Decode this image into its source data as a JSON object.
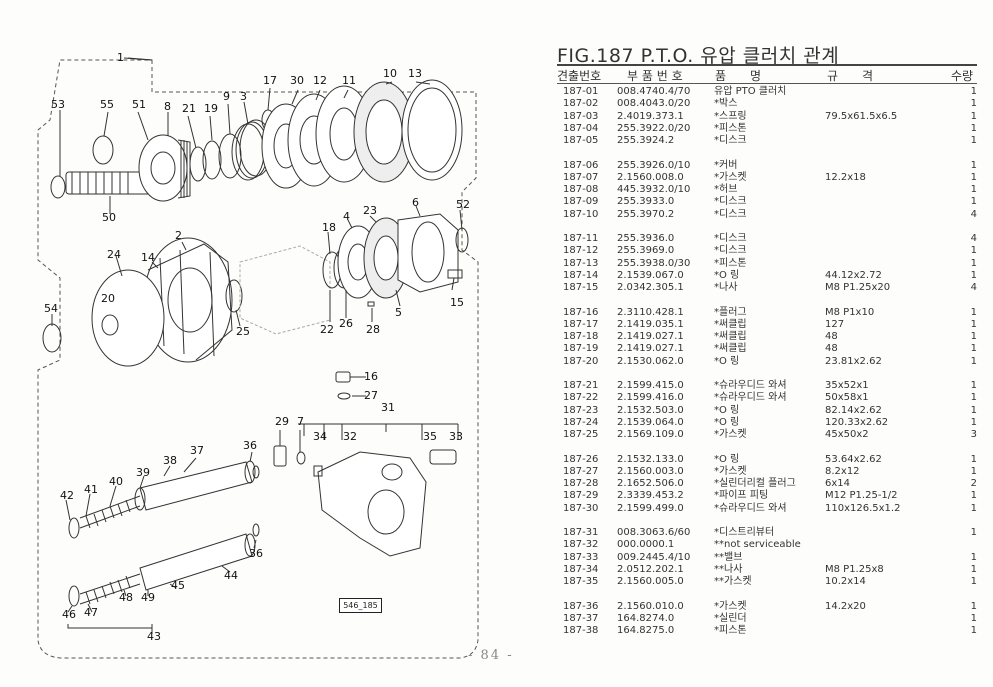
{
  "page": {
    "title": "FIG.187 P.T.O. 유압 클러치 관계",
    "page_number": "- 84 -",
    "drawing_code": "546_185"
  },
  "table": {
    "headers": {
      "ref": "견출번호",
      "part": "부 품 번 호",
      "name": "품　　명",
      "spec": "규　　격",
      "qty": "수량"
    },
    "rows": [
      {
        "ref": "187-01",
        "part": "008.4740.4/70",
        "name": "유압 PTO 클러치",
        "spec": "",
        "qty": "1"
      },
      {
        "ref": "187-02",
        "part": "008.4043.0/20",
        "name": "*박스",
        "spec": "",
        "qty": "1"
      },
      {
        "ref": "187-03",
        "part": "2.4019.373.1",
        "name": "*스프링",
        "spec": "79.5x61.5x6.5",
        "qty": "1"
      },
      {
        "ref": "187-04",
        "part": "255.3922.0/20",
        "name": "*피스톤",
        "spec": "",
        "qty": "1"
      },
      {
        "ref": "187-05",
        "part": "255.3924.2",
        "name": "*디스크",
        "spec": "",
        "qty": "1"
      },
      {
        "ref": "187-06",
        "part": "255.3926.0/10",
        "name": "*커버",
        "spec": "",
        "qty": "1"
      },
      {
        "ref": "187-07",
        "part": "2.1560.008.0",
        "name": "*가스켓",
        "spec": "12.2x18",
        "qty": "1"
      },
      {
        "ref": "187-08",
        "part": "445.3932.0/10",
        "name": "*허브",
        "spec": "",
        "qty": "1"
      },
      {
        "ref": "187-09",
        "part": "255.3933.0",
        "name": "*디스크",
        "spec": "",
        "qty": "1"
      },
      {
        "ref": "187-10",
        "part": "255.3970.2",
        "name": "*디스크",
        "spec": "",
        "qty": "4"
      },
      {
        "ref": "187-11",
        "part": "255.3936.0",
        "name": "*디스크",
        "spec": "",
        "qty": "4"
      },
      {
        "ref": "187-12",
        "part": "255.3969.0",
        "name": "*디스크",
        "spec": "",
        "qty": "1"
      },
      {
        "ref": "187-13",
        "part": "255.3938.0/30",
        "name": "*피스톤",
        "spec": "",
        "qty": "1"
      },
      {
        "ref": "187-14",
        "part": "2.1539.067.0",
        "name": "*O 링",
        "spec": "44.12x2.72",
        "qty": "1"
      },
      {
        "ref": "187-15",
        "part": "2.0342.305.1",
        "name": "*나사",
        "spec": "M8 P1.25x20",
        "qty": "4"
      },
      {
        "ref": "187-16",
        "part": "2.3110.428.1",
        "name": "*플러그",
        "spec": "M8 P1x10",
        "qty": "1"
      },
      {
        "ref": "187-17",
        "part": "2.1419.035.1",
        "name": "*써클립",
        "spec": "127",
        "qty": "1"
      },
      {
        "ref": "187-18",
        "part": "2.1419.027.1",
        "name": "*써클립",
        "spec": "48",
        "qty": "1"
      },
      {
        "ref": "187-19",
        "part": "2.1419.027.1",
        "name": "*써클립",
        "spec": "48",
        "qty": "1"
      },
      {
        "ref": "187-20",
        "part": "2.1530.062.0",
        "name": "*O 링",
        "spec": "23.81x2.62",
        "qty": "1"
      },
      {
        "ref": "187-21",
        "part": "2.1599.415.0",
        "name": "*슈라우디드 와셔",
        "spec": "35x52x1",
        "qty": "1"
      },
      {
        "ref": "187-22",
        "part": "2.1599.416.0",
        "name": "*슈라우디드 와셔",
        "spec": "50x58x1",
        "qty": "1"
      },
      {
        "ref": "187-23",
        "part": "2.1532.503.0",
        "name": "*O 링",
        "spec": "82.14x2.62",
        "qty": "1"
      },
      {
        "ref": "187-24",
        "part": "2.1539.064.0",
        "name": "*O 링",
        "spec": "120.33x2.62",
        "qty": "1"
      },
      {
        "ref": "187-25",
        "part": "2.1569.109.0",
        "name": "*가스켓",
        "spec": "45x50x2",
        "qty": "3"
      },
      {
        "ref": "187-26",
        "part": "2.1532.133.0",
        "name": "*O 링",
        "spec": "53.64x2.62",
        "qty": "1"
      },
      {
        "ref": "187-27",
        "part": "2.1560.003.0",
        "name": "*가스켓",
        "spec": "8.2x12",
        "qty": "1"
      },
      {
        "ref": "187-28",
        "part": "2.1652.506.0",
        "name": "*실린더리컬 플러그",
        "spec": "6x14",
        "qty": "2"
      },
      {
        "ref": "187-29",
        "part": "2.3339.453.2",
        "name": "*파이프 피팅",
        "spec": "M12 P1.25-1/2",
        "qty": "1"
      },
      {
        "ref": "187-30",
        "part": "2.1599.499.0",
        "name": "*슈라우디드 와셔",
        "spec": "110x126.5x1.2",
        "qty": "1"
      },
      {
        "ref": "187-31",
        "part": "008.3063.6/60",
        "name": "*디스트리뷰터",
        "spec": "",
        "qty": "1"
      },
      {
        "ref": "187-32",
        "part": "000.0000.1",
        "name": "**not serviceable",
        "spec": "",
        "qty": ""
      },
      {
        "ref": "187-33",
        "part": "009.2445.4/10",
        "name": "**밸브",
        "spec": "",
        "qty": "1"
      },
      {
        "ref": "187-34",
        "part": "2.0512.202.1",
        "name": "**나사",
        "spec": "M8 P1.25x8",
        "qty": "1"
      },
      {
        "ref": "187-35",
        "part": "2.1560.005.0",
        "name": "**가스켓",
        "spec": "10.2x14",
        "qty": "1"
      },
      {
        "ref": "187-36",
        "part": "2.1560.010.0",
        "name": "*가스켓",
        "spec": "14.2x20",
        "qty": "1"
      },
      {
        "ref": "187-37",
        "part": "164.8274.0",
        "name": "*실린더",
        "spec": "",
        "qty": "1"
      },
      {
        "ref": "187-38",
        "part": "164.8275.0",
        "name": "*피스톤",
        "spec": "",
        "qty": "1"
      }
    ]
  },
  "callouts": [
    "1",
    "53",
    "55",
    "51",
    "8",
    "21",
    "19",
    "9",
    "3",
    "17",
    "30",
    "12",
    "11",
    "10",
    "13",
    "50",
    "2",
    "24",
    "14",
    "18",
    "4",
    "23",
    "6",
    "52",
    "20",
    "54",
    "25",
    "22",
    "26",
    "28",
    "5",
    "15",
    "16",
    "27",
    "31",
    "29",
    "7",
    "34",
    "32",
    "35",
    "33",
    "37",
    "36",
    "38",
    "39",
    "40",
    "41",
    "42",
    "36",
    "44",
    "45",
    "49",
    "48",
    "47",
    "46",
    "43"
  ]
}
